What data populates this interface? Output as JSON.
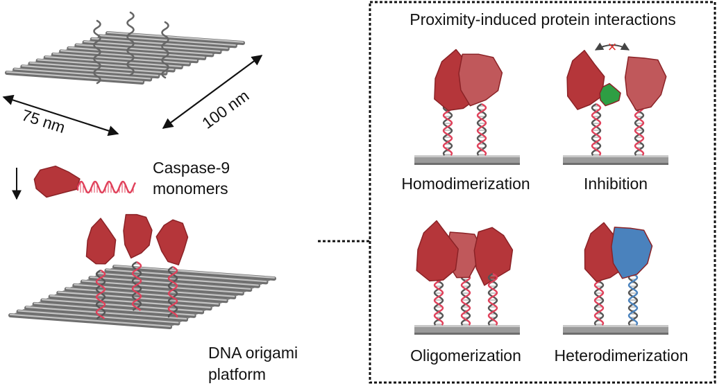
{
  "dimension_labels": {
    "width": "75 nm",
    "length": "100 nm"
  },
  "monomer_label": {
    "line1": "Caspase-9",
    "line2": "monomers"
  },
  "platform_label": {
    "line1": "DNA origami",
    "line2": "platform"
  },
  "panel": {
    "title": "Proximity-induced protein interactions",
    "inhibition_mark": "×",
    "cells": [
      {
        "id": "homodimerization",
        "label": "Homodimerization"
      },
      {
        "id": "inhibition",
        "label": "Inhibition"
      },
      {
        "id": "oligomerization",
        "label": "Oligomerization"
      },
      {
        "id": "heterodimerization",
        "label": "Heterodimerization"
      }
    ]
  },
  "colors": {
    "protein_dark": "#b5363a",
    "protein_light": "#c0585b",
    "inhibitor": "#2e9e43",
    "partner": "#4a82bd",
    "dna_red": "#e0405a",
    "dna_blue": "#4a82bd",
    "dna_gray": "#555555",
    "platform": "#9a9a9a",
    "mark": "#d9302c"
  }
}
